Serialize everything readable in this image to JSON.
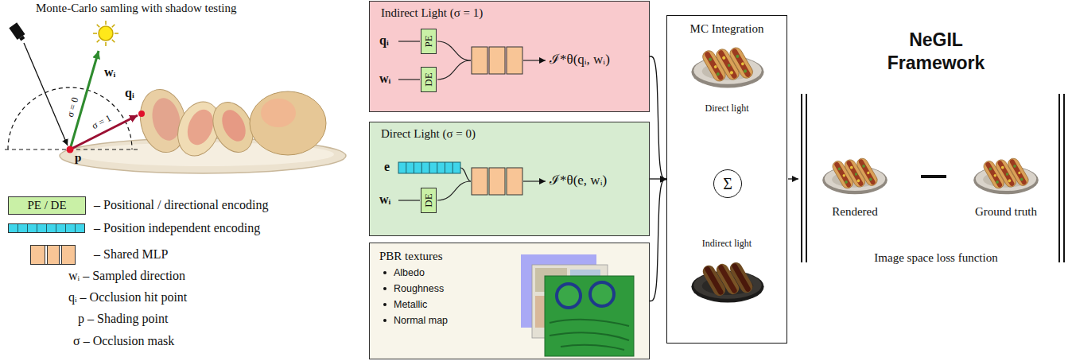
{
  "diagram": {
    "title": "NeGIL Framework",
    "nodes": [
      {
        "text": [
          "Indirect Light (σ = 1)",
          "qᵢ",
          "wᵢ",
          "ℐ*θ(qᵢ, wᵢ)"
        ]
      },
      {
        "text": [
          "PE"
        ],
        "in": 0
      },
      {
        "text": [
          "DE"
        ],
        "in": 0
      },
      {
        "text": [
          "Direct Light (σ = 0)",
          "e",
          "wᵢ",
          "ℐ*θ(e, wᵢ)"
        ]
      },
      {
        "text": [
          "DE"
        ],
        "in": 3
      },
      {
        "text": [
          "PBR textures",
          "Albedo",
          "Roughness",
          "Metallic",
          "Normal map"
        ]
      },
      {
        "text": [
          "MC Integration",
          "Direct light",
          "Indirect light"
        ]
      },
      {
        "text": [
          "Σ"
        ],
        "in": 6
      }
    ],
    "edges": [
      {
        "from": 0,
        "to": 6,
        "arrow": "to"
      },
      {
        "from": 3,
        "to": 6,
        "arrow": "to"
      },
      {
        "from": 5,
        "to": 6,
        "arrow": "to"
      }
    ],
    "labels": [
      "Monte-Carlo samling with shadow testing",
      "wᵢ",
      "qᵢ",
      "σ = 0",
      "σ = 1",
      "p",
      "PE / DE",
      "Rendered",
      "Ground truth",
      "Image space loss function"
    ],
    "legend": [
      {
        "text": "– Positional / directional encoding",
        "color": "#c9f0a6"
      },
      {
        "text": "– Position independent encoding",
        "color": "#3fd5ea"
      },
      {
        "text": "– Shared MLP",
        "color": "#f8c596"
      },
      {
        "text": "wᵢ – Sampled direction"
      },
      {
        "text": "qᵢ – Occlusion hit point"
      },
      {
        "text": "p – Shading point"
      },
      {
        "text": "σ – Occlusion mask"
      }
    ]
  }
}
